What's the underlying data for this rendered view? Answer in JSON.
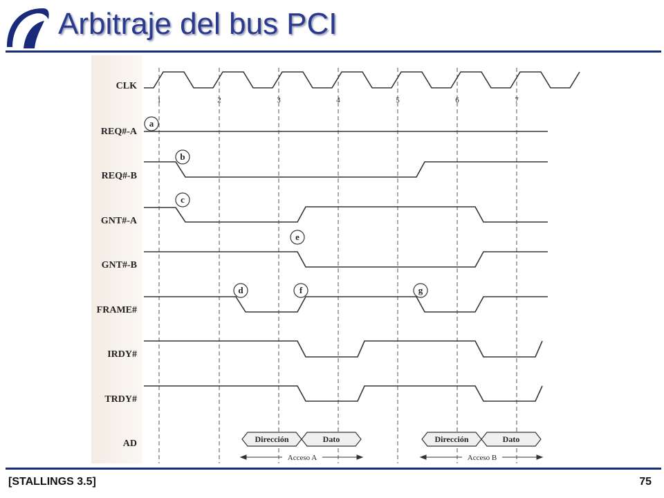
{
  "slide": {
    "title": "Arbitraje del bus PCI",
    "reference": "[STALLINGS 3.5]",
    "page_number": "75"
  },
  "colors": {
    "title": "#2b3a8c",
    "rules": "#1a2a7a",
    "waveform": "#333333"
  },
  "diagram": {
    "signals": [
      "CLK",
      "REQ#-A",
      "REQ#-B",
      "GNT#-A",
      "GNT#-B",
      "FRAME#",
      "IRDY#",
      "TRDY#",
      "AD"
    ],
    "clock_numbers": [
      "1",
      "2",
      "3",
      "4",
      "5",
      "6",
      "7"
    ],
    "markers": [
      "a",
      "b",
      "c",
      "e",
      "d",
      "f",
      "g"
    ],
    "bus_phases": [
      "Dirección",
      "Dato",
      "Dirección",
      "Dato"
    ],
    "access_labels": [
      "Acceso A",
      "Acceso B"
    ]
  }
}
